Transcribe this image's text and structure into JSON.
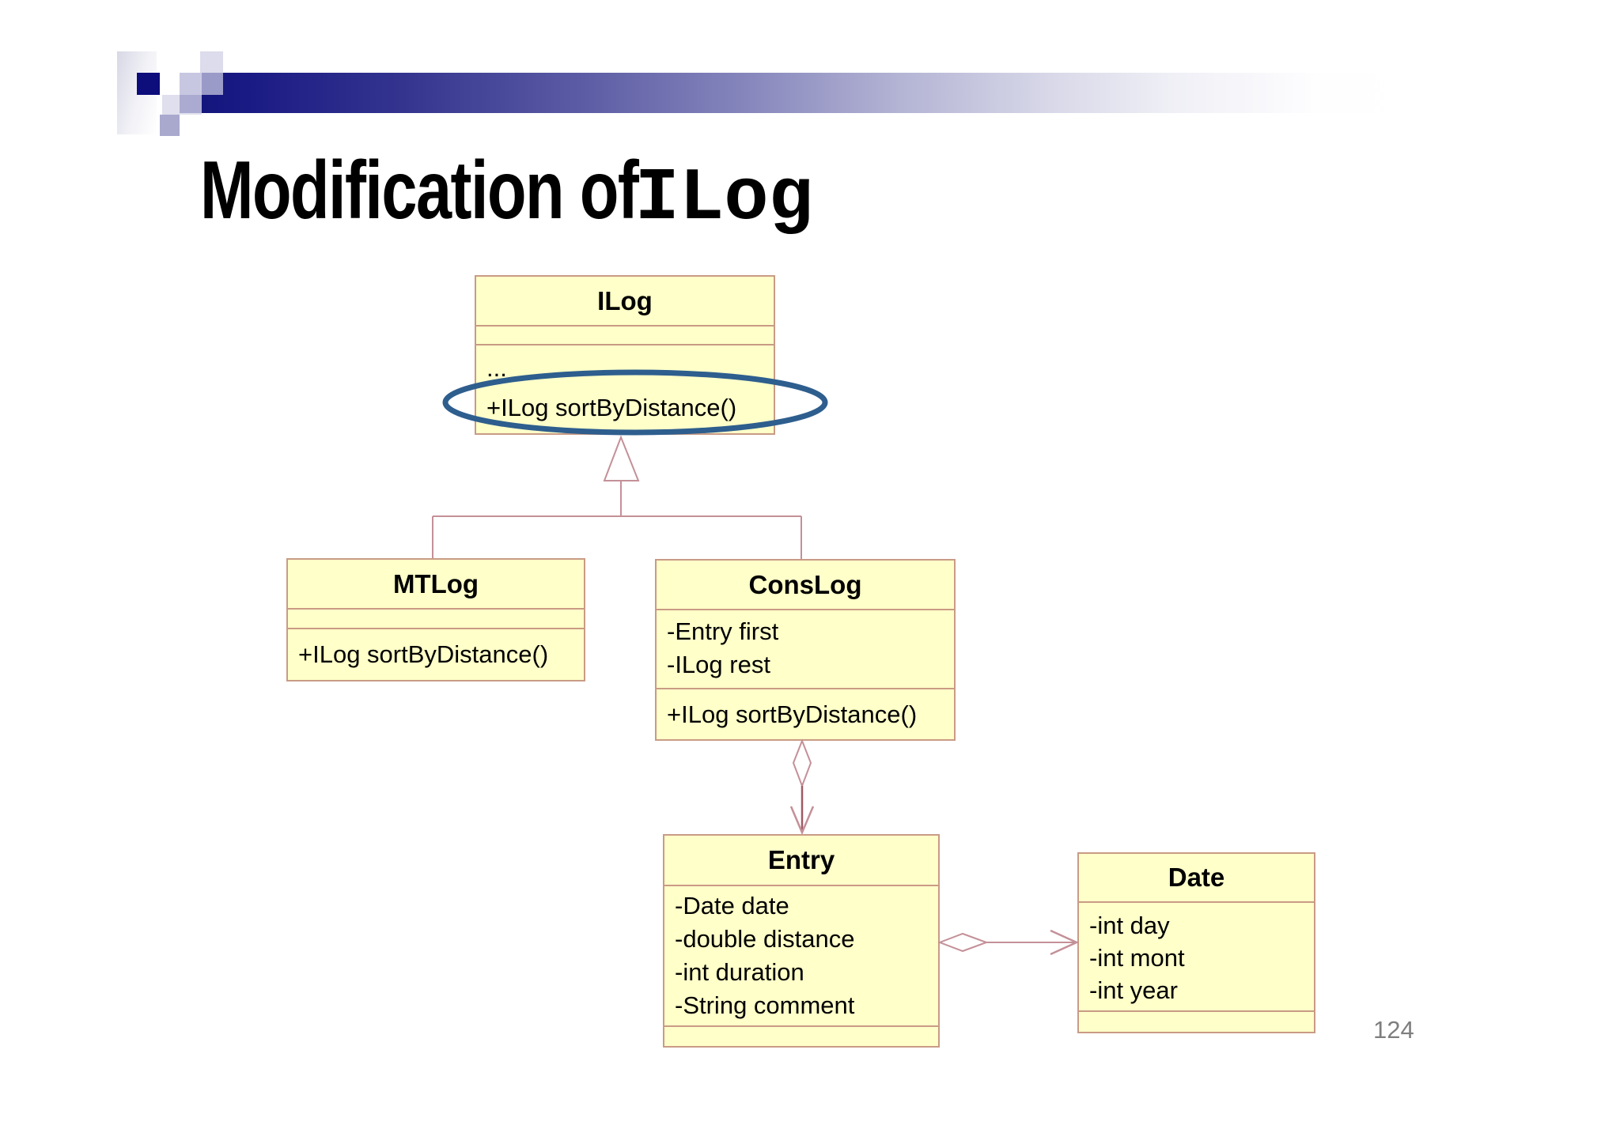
{
  "slide": {
    "title_prefix": "Modification of ",
    "title_code": "ILog",
    "page_number": "124"
  },
  "colors": {
    "class_fill": "#FFFFC9",
    "class_border": "#C99B85",
    "connector": "#C49098",
    "highlight_ellipse": "#2E5E8E",
    "banner_navy": "#12127B",
    "page_number_gray": "#7E7E7E"
  },
  "diagram": {
    "classes": [
      {
        "name": "ILog",
        "attributes": [],
        "methods": [
          "...",
          "+ILog sortByDistance()"
        ]
      },
      {
        "name": "MTLog",
        "attributes": [],
        "methods": [
          "+ILog sortByDistance()"
        ]
      },
      {
        "name": "ConsLog",
        "attributes": [
          "-Entry first",
          "-ILog rest"
        ],
        "methods": [
          "+ILog sortByDistance()"
        ]
      },
      {
        "name": "Entry",
        "attributes": [
          "-Date date",
          "-double distance",
          "-int duration",
          "-String comment"
        ],
        "methods": []
      },
      {
        "name": "Date",
        "attributes": [
          "-int day",
          "-int mont",
          "-int year"
        ],
        "methods": []
      }
    ],
    "relationships": [
      {
        "type": "generalization",
        "from": "MTLog",
        "to": "ILog"
      },
      {
        "type": "generalization",
        "from": "ConsLog",
        "to": "ILog"
      },
      {
        "type": "aggregation",
        "from": "ConsLog",
        "to": "Entry"
      },
      {
        "type": "aggregation",
        "from": "Entry",
        "to": "Date"
      }
    ],
    "highlight": "ellipse around +ILog sortByDistance() in ILog"
  }
}
